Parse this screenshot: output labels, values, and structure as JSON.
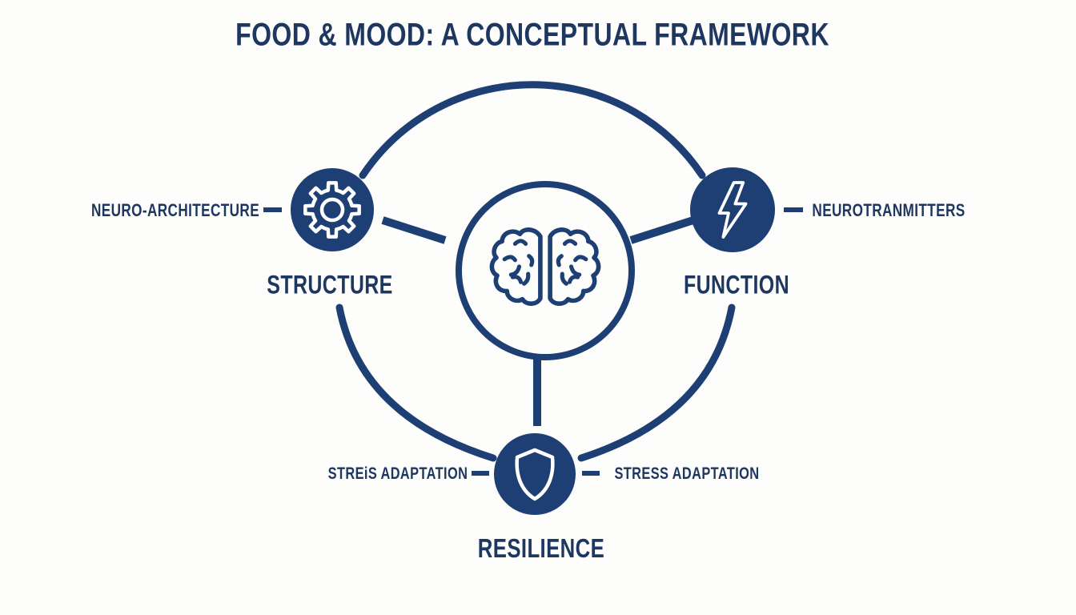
{
  "title": "FOOD & MOOD: A CONCEPTUAL FRAMEWORK",
  "colors": {
    "navy": "#1d3f73",
    "text_navy": "#1e3760",
    "background": "#fdfdfb"
  },
  "center_node": {
    "icon": "brain-icon"
  },
  "nodes": {
    "structure": {
      "label": "STRUCTURE",
      "side_label": "NEURO-ARCHITECTURE",
      "icon": "gear-icon"
    },
    "function": {
      "label": "FUNCTION",
      "side_label": "NEUROTRANMITTERS",
      "icon": "lightning-icon"
    },
    "resilience": {
      "label": "RESILIENCE",
      "side_label_left": "STREiS ADAPTATION",
      "side_label_right": "STRESS ADAPTATION",
      "icon": "shield-icon"
    }
  }
}
